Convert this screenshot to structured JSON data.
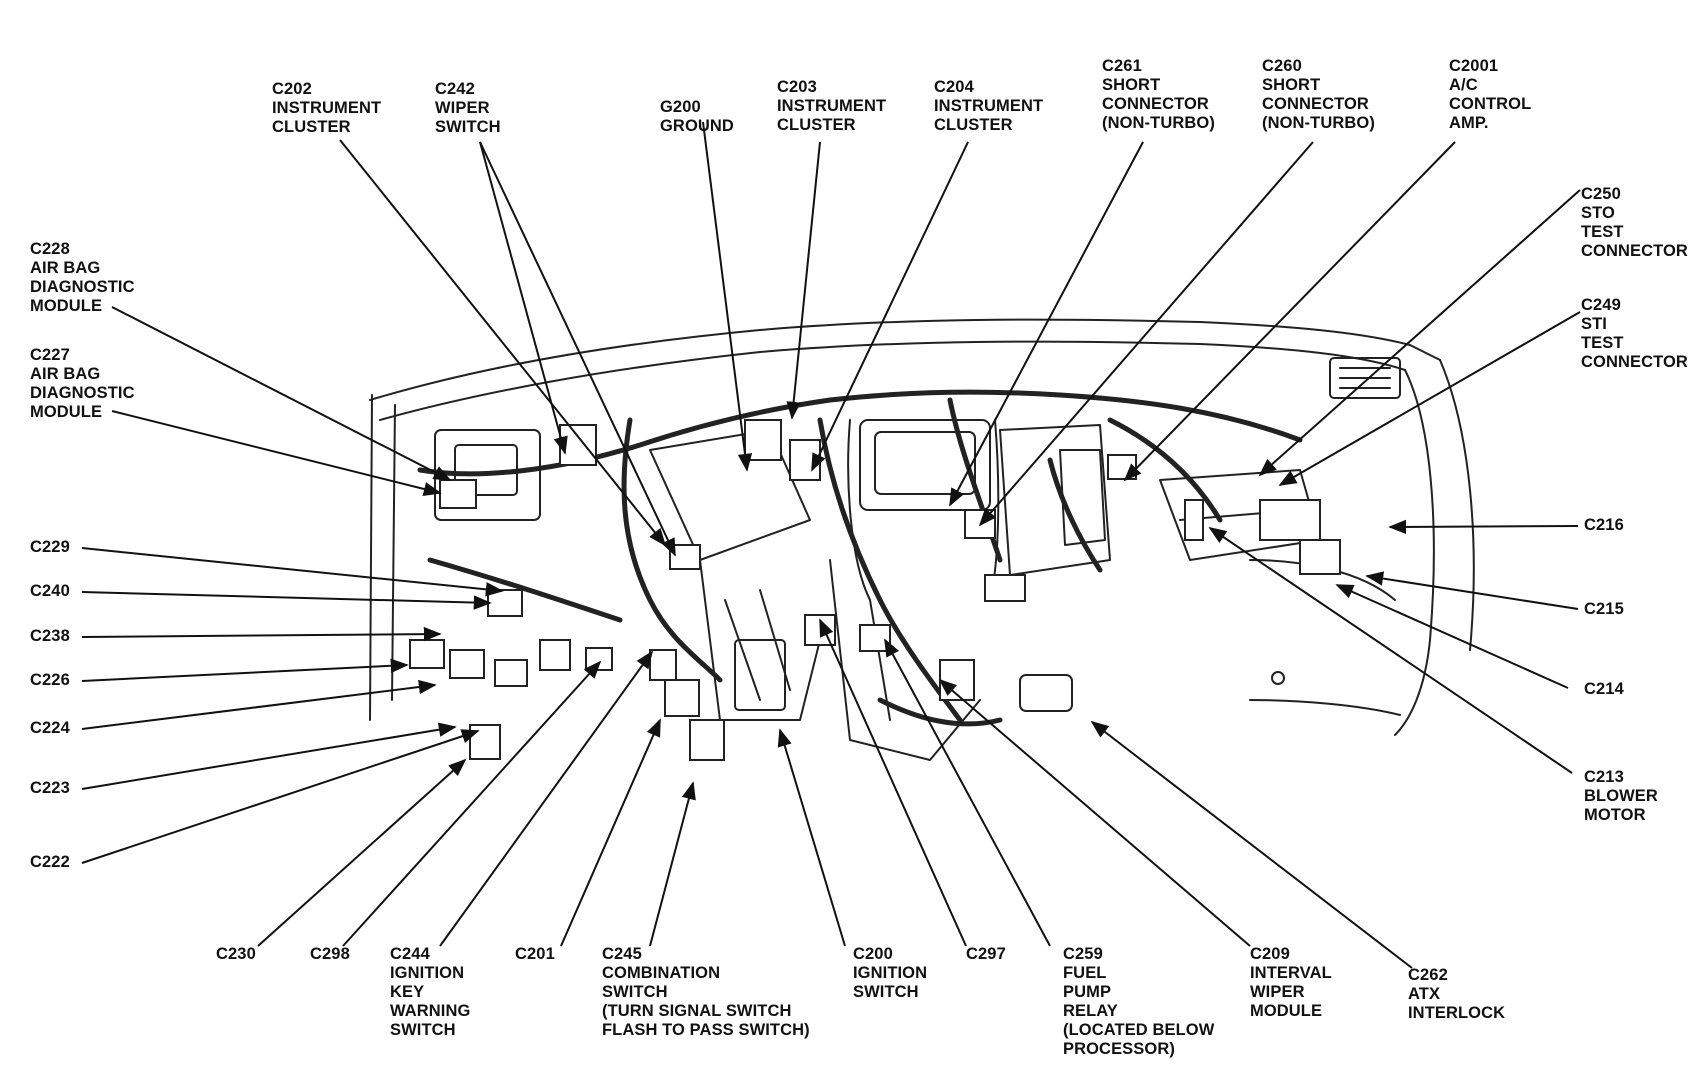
{
  "labels": [
    {
      "id": "c202",
      "lines": [
        "C202",
        "INSTRUMENT",
        "CLUSTER"
      ]
    },
    {
      "id": "c242",
      "lines": [
        "C242",
        "WIPER",
        "SWITCH"
      ]
    },
    {
      "id": "g200",
      "lines": [
        "G200",
        "GROUND"
      ]
    },
    {
      "id": "c203",
      "lines": [
        "C203",
        "INSTRUMENT",
        "CLUSTER"
      ]
    },
    {
      "id": "c204",
      "lines": [
        "C204",
        "INSTRUMENT",
        "CLUSTER"
      ]
    },
    {
      "id": "c261",
      "lines": [
        "C261",
        "SHORT",
        "CONNECTOR",
        "(NON-TURBO)"
      ]
    },
    {
      "id": "c260",
      "lines": [
        "C260",
        "SHORT",
        "CONNECTOR",
        "(NON-TURBO)"
      ]
    },
    {
      "id": "c2001",
      "lines": [
        "C2001",
        "A/C",
        "CONTROL",
        "AMP."
      ]
    },
    {
      "id": "c250",
      "lines": [
        "C250",
        "STO",
        "TEST",
        "CONNECTOR"
      ]
    },
    {
      "id": "c249",
      "lines": [
        "C249",
        "STI",
        "TEST",
        "CONNECTOR"
      ]
    },
    {
      "id": "c228",
      "lines": [
        "C228",
        "AIR BAG",
        "DIAGNOSTIC",
        "MODULE"
      ]
    },
    {
      "id": "c227",
      "lines": [
        "C227",
        "AIR BAG",
        "DIAGNOSTIC",
        "MODULE"
      ]
    },
    {
      "id": "c229",
      "lines": [
        "C229"
      ]
    },
    {
      "id": "c240",
      "lines": [
        "C240"
      ]
    },
    {
      "id": "c238",
      "lines": [
        "C238"
      ]
    },
    {
      "id": "c226",
      "lines": [
        "C226"
      ]
    },
    {
      "id": "c224",
      "lines": [
        "C224"
      ]
    },
    {
      "id": "c223",
      "lines": [
        "C223"
      ]
    },
    {
      "id": "c222",
      "lines": [
        "C222"
      ]
    },
    {
      "id": "c216",
      "lines": [
        "C216"
      ]
    },
    {
      "id": "c215",
      "lines": [
        "C215"
      ]
    },
    {
      "id": "c214",
      "lines": [
        "C214"
      ]
    },
    {
      "id": "c213",
      "lines": [
        "C213",
        "BLOWER",
        "MOTOR"
      ]
    },
    {
      "id": "c230",
      "lines": [
        "C230"
      ]
    },
    {
      "id": "c298",
      "lines": [
        "C298"
      ]
    },
    {
      "id": "c244",
      "lines": [
        "C244",
        "IGNITION",
        "KEY",
        "WARNING",
        "SWITCH"
      ]
    },
    {
      "id": "c201",
      "lines": [
        "C201"
      ]
    },
    {
      "id": "c245",
      "lines": [
        "C245",
        "COMBINATION",
        "SWITCH",
        "(TURN SIGNAL SWITCH",
        "FLASH TO PASS SWITCH)"
      ]
    },
    {
      "id": "c200",
      "lines": [
        "C200",
        "IGNITION",
        "SWITCH"
      ]
    },
    {
      "id": "c297",
      "lines": [
        "C297"
      ]
    },
    {
      "id": "c259",
      "lines": [
        "C259",
        "FUEL",
        "PUMP",
        "RELAY",
        "(LOCATED BELOW",
        "PROCESSOR)"
      ]
    },
    {
      "id": "c209",
      "lines": [
        "C209",
        "INTERVAL",
        "WIPER",
        "MODULE"
      ]
    },
    {
      "id": "c262",
      "lines": [
        "C262",
        "ATX",
        "INTERLOCK"
      ]
    }
  ]
}
